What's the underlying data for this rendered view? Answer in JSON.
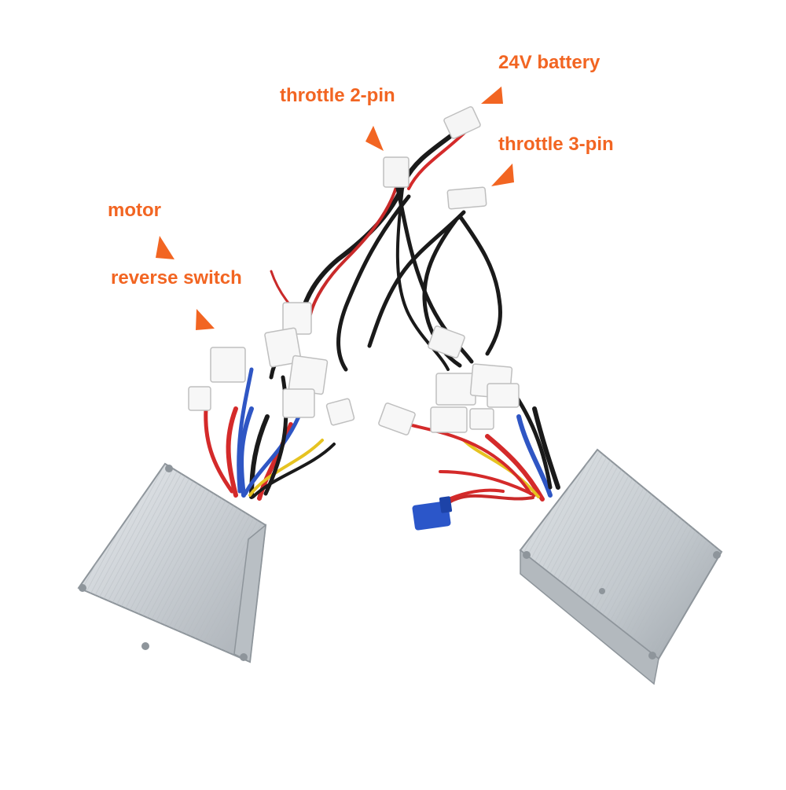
{
  "photo": {
    "subject": "two brushed motor speed controllers with wiring harnesses",
    "background_color": "#ffffff",
    "accent_color": "#f26522"
  },
  "labels": {
    "battery": "24V battery",
    "throttle_2pin": "throttle 2-pin",
    "throttle_3pin": "throttle 3-pin",
    "motor": "motor",
    "reverse_switch": "reverse switch"
  },
  "icons": {
    "pointer": "triangle-pointer-icon"
  }
}
